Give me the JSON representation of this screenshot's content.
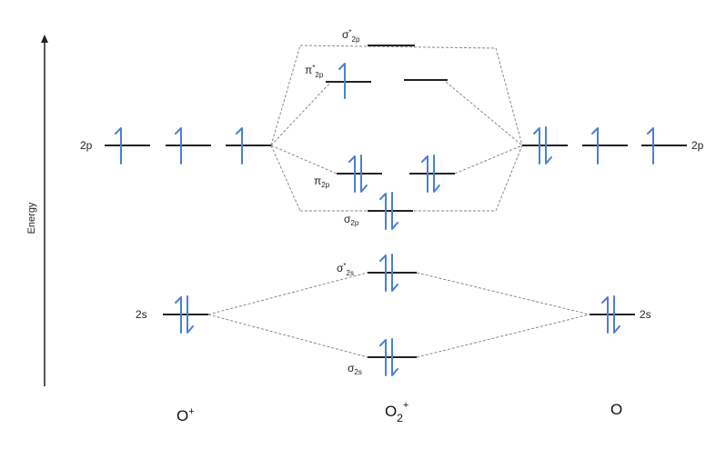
{
  "axis": {
    "label": "Energy"
  },
  "atoms": {
    "left": {
      "symbol": "O",
      "sup": "+"
    },
    "center": {
      "symbol": "O",
      "sub": "2",
      "sup": "+"
    },
    "right": {
      "symbol": "O"
    }
  },
  "atomic_orbitals": {
    "left_2p": {
      "label": "2p",
      "electrons": [
        1,
        1,
        1
      ]
    },
    "right_2p": {
      "label": "2p",
      "electrons": [
        2,
        1,
        1
      ]
    },
    "left_2s": {
      "label": "2s",
      "electrons": 2
    },
    "right_2s": {
      "label": "2s",
      "electrons": 2
    }
  },
  "molecular_orbitals": {
    "sigma_star_2p": {
      "base": "σ",
      "star": "*",
      "sub": "2p",
      "electrons": 0
    },
    "pi_star_2p": {
      "base": "π",
      "star": "*",
      "sub": "2p",
      "electrons": [
        1,
        0
      ]
    },
    "pi_2p": {
      "base": "π",
      "sub": "2p",
      "electrons": [
        2,
        2
      ]
    },
    "sigma_2p": {
      "base": "σ",
      "sub": "2p",
      "electrons": 2
    },
    "sigma_star_2s": {
      "base": "σ",
      "star": "*",
      "sub": "2s",
      "electrons": 2
    },
    "sigma_2s": {
      "base": "σ",
      "sub": "2s",
      "electrons": 2
    }
  },
  "colors": {
    "electron_arrow": "#4a7fd6",
    "level_line": "#222222",
    "connector": "#888888"
  }
}
